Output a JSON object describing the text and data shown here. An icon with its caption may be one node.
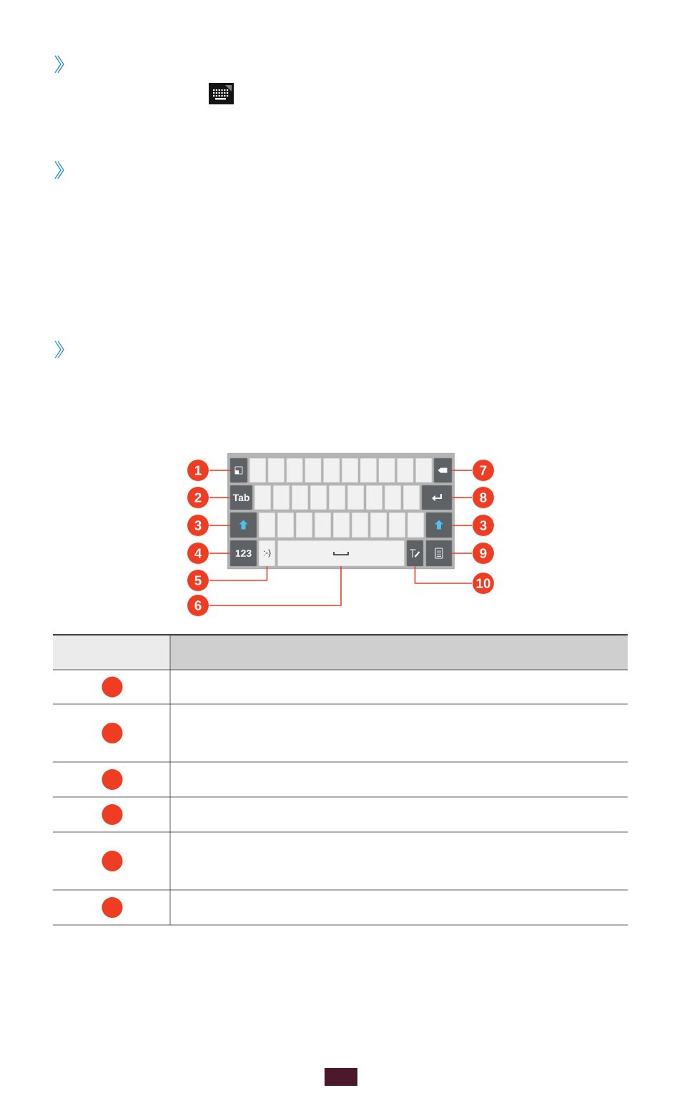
{
  "diagram": {
    "nodes": [
      {
        "text": [],
        "shape": "box"
      },
      {
        "text": [],
        "shape": "box",
        "in": 0
      },
      {
        "text": [],
        "shape": "box",
        "in": 0
      },
      {
        "text": [],
        "shape": "box",
        "in": 0
      },
      {
        "text": [],
        "shape": "box",
        "in": 0
      },
      {
        "text": [],
        "shape": "box",
        "in": 0
      },
      {
        "text": [],
        "shape": "box",
        "in": 0
      },
      {
        "text": [],
        "shape": "box",
        "in": 0
      },
      {
        "text": [],
        "shape": "box",
        "in": 0
      },
      {
        "text": [],
        "shape": "box",
        "in": 0
      },
      {
        "text": [],
        "shape": "box",
        "in": 0
      },
      {
        "text": [],
        "shape": "box",
        "in": 0
      },
      {
        "text": [],
        "shape": "box",
        "in": 0
      },
      {
        "text": [
          "Tab"
        ],
        "in": 0
      },
      {
        "text": [],
        "shape": "box",
        "in": 0
      },
      {
        "text": [],
        "shape": "box",
        "in": 0
      },
      {
        "text": [],
        "shape": "box",
        "in": 0
      },
      {
        "text": [],
        "shape": "box",
        "in": 0
      },
      {
        "text": [],
        "shape": "box",
        "in": 0
      },
      {
        "text": [],
        "shape": "box",
        "in": 0
      },
      {
        "text": [],
        "shape": "box",
        "in": 0
      },
      {
        "text": [],
        "shape": "box",
        "in": 0
      },
      {
        "text": [],
        "shape": "box",
        "in": 0
      },
      {
        "text": [],
        "shape": "box",
        "in": 0
      },
      {
        "text": [],
        "shape": "box",
        "in": 0
      },
      {
        "text": [],
        "shape": "box",
        "in": 0
      },
      {
        "text": [],
        "shape": "box",
        "in": 0
      },
      {
        "text": [],
        "shape": "box",
        "in": 0
      },
      {
        "text": [],
        "shape": "box",
        "in": 0
      },
      {
        "text": [],
        "shape": "box",
        "in": 0
      },
      {
        "text": [],
        "shape": "box",
        "in": 0
      },
      {
        "text": [],
        "shape": "box",
        "in": 0
      },
      {
        "text": [],
        "shape": "box",
        "in": 0
      },
      {
        "text": [],
        "shape": "box",
        "in": 0
      },
      {
        "text": [],
        "shape": "box",
        "in": 0
      },
      {
        "text": [
          "123"
        ],
        "in": 0
      },
      {
        "text": [
          ":-)"
        ],
        "in": 0
      },
      {
        "text": [],
        "shape": "box",
        "in": 0
      },
      {
        "text": [],
        "shape": "box",
        "in": 0
      },
      {
        "text": [],
        "shape": "box",
        "in": 0
      },
      {
        "text": [
          "1"
        ]
      },
      {
        "text": [
          "2"
        ]
      },
      {
        "text": [
          "3"
        ]
      },
      {
        "text": [
          "4"
        ]
      },
      {
        "text": [
          "5"
        ]
      },
      {
        "text": [
          "6"
        ]
      },
      {
        "text": [
          "7"
        ]
      },
      {
        "text": [
          "8"
        ]
      },
      {
        "text": [
          "3"
        ]
      },
      {
        "text": [
          "9"
        ]
      },
      {
        "text": [
          "10"
        ]
      }
    ],
    "edges": [
      {
        "from": 40,
        "to": 1,
        "arrow": "none"
      },
      {
        "from": 41,
        "to": 13,
        "arrow": "none"
      },
      {
        "from": 42,
        "to": 24,
        "arrow": "none"
      },
      {
        "from": 43,
        "to": 35,
        "arrow": "none"
      },
      {
        "from": 44,
        "to": 36,
        "arrow": "none"
      },
      {
        "from": 45,
        "to": 37,
        "arrow": "none"
      },
      {
        "from": 46,
        "to": 12,
        "arrow": "none"
      },
      {
        "from": 47,
        "to": 23,
        "arrow": "none"
      },
      {
        "from": 48,
        "to": 34,
        "arrow": "none"
      },
      {
        "from": 49,
        "to": 39,
        "arrow": "none"
      },
      {
        "from": 50,
        "to": 38,
        "arrow": "none"
      }
    ]
  }
}
